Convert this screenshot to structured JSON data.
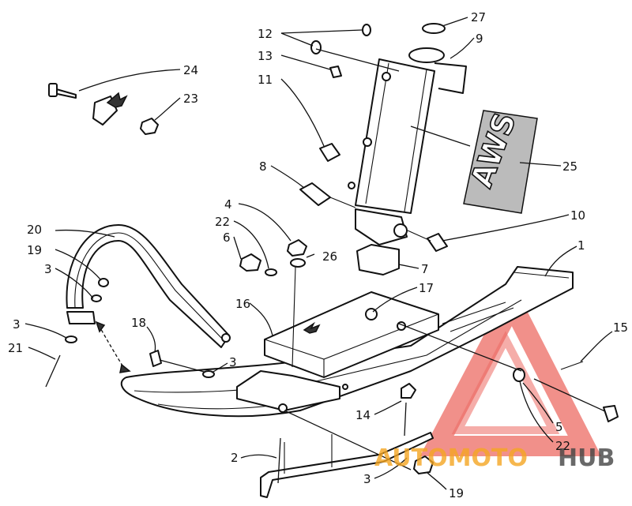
{
  "diagram": {
    "callouts": [
      {
        "id": "1",
        "label": "1"
      },
      {
        "id": "2",
        "label": "2"
      },
      {
        "id": "3a",
        "label": "3"
      },
      {
        "id": "3b",
        "label": "3"
      },
      {
        "id": "3c",
        "label": "3"
      },
      {
        "id": "3d",
        "label": "3"
      },
      {
        "id": "4",
        "label": "4"
      },
      {
        "id": "5",
        "label": "5"
      },
      {
        "id": "6",
        "label": "6"
      },
      {
        "id": "7",
        "label": "7"
      },
      {
        "id": "8",
        "label": "8"
      },
      {
        "id": "9",
        "label": "9"
      },
      {
        "id": "10",
        "label": "10"
      },
      {
        "id": "11",
        "label": "11"
      },
      {
        "id": "12",
        "label": "12"
      },
      {
        "id": "13",
        "label": "13"
      },
      {
        "id": "14",
        "label": "14"
      },
      {
        "id": "15",
        "label": "15"
      },
      {
        "id": "16",
        "label": "16"
      },
      {
        "id": "17",
        "label": "17"
      },
      {
        "id": "18",
        "label": "18"
      },
      {
        "id": "19a",
        "label": "19"
      },
      {
        "id": "19b",
        "label": "19"
      },
      {
        "id": "20",
        "label": "20"
      },
      {
        "id": "21",
        "label": "21"
      },
      {
        "id": "22a",
        "label": "22"
      },
      {
        "id": "22b",
        "label": "22"
      },
      {
        "id": "23",
        "label": "23"
      },
      {
        "id": "24",
        "label": "24"
      },
      {
        "id": "25",
        "label": "25"
      },
      {
        "id": "26",
        "label": "26"
      },
      {
        "id": "27",
        "label": "27"
      }
    ],
    "decal_text": "AWS",
    "watermark": {
      "part1": "AUTOMOTO",
      "part2": "HUB",
      "color_primary": "#e8453c",
      "color_secondary": "#f5a623",
      "color_dark": "#444444"
    }
  }
}
